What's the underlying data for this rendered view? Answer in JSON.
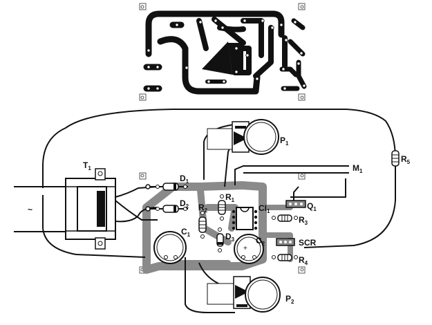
{
  "labels": {
    "t1": "T",
    "t1_sub": "1",
    "d1": "D",
    "d1_sub": "1",
    "d2": "D",
    "d2_sub": "2",
    "r1": "R",
    "r1_sub": "1",
    "r2": "R",
    "r2_sub": "2",
    "r3": "R",
    "r3_sub": "3",
    "r4": "R",
    "r4_sub": "4",
    "r5": "R",
    "r5_sub": "5",
    "d3": "D",
    "d3_sub": "3",
    "c1": "C",
    "c1_sub": "1",
    "c2": "C",
    "c2_sub": "2",
    "ci1": "CI",
    "ci1_sub": "1",
    "q1": "Q",
    "q1_sub": "1",
    "scr": "SCR",
    "p1": "P",
    "p1_sub": "1",
    "p2": "P",
    "p2_sub": "2",
    "m1": "M",
    "m1_sub": "1",
    "ac": "~"
  }
}
